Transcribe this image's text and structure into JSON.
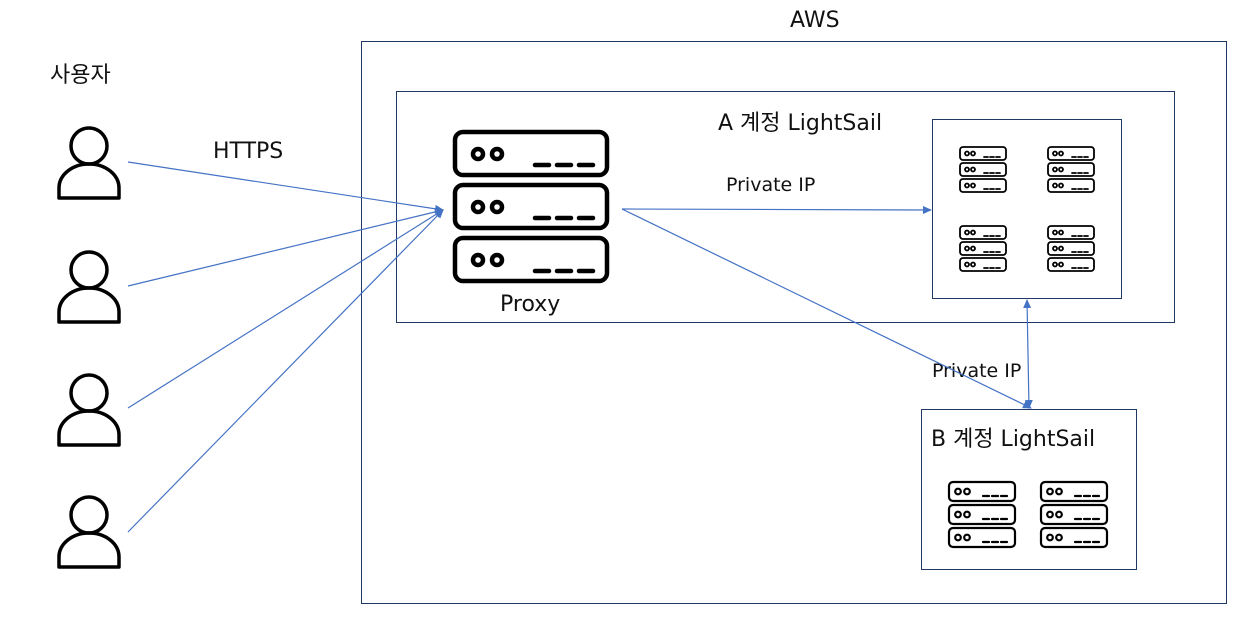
{
  "users": {
    "title": "사용자",
    "icon": "person-icon",
    "count": 4
  },
  "aws": {
    "title": "AWS"
  },
  "account_a": {
    "title": "A 계정 LightSail"
  },
  "account_b": {
    "title": "B 계정 LightSail"
  },
  "proxy": {
    "label": "Proxy",
    "icon": "server-rack-icon"
  },
  "links": {
    "https": "HTTPS",
    "private_ip_a": "Private IP",
    "private_ip_b": "Private IP"
  },
  "colors": {
    "arrow": "#4472c4",
    "border": "#1f3864",
    "icon": "#000000"
  }
}
